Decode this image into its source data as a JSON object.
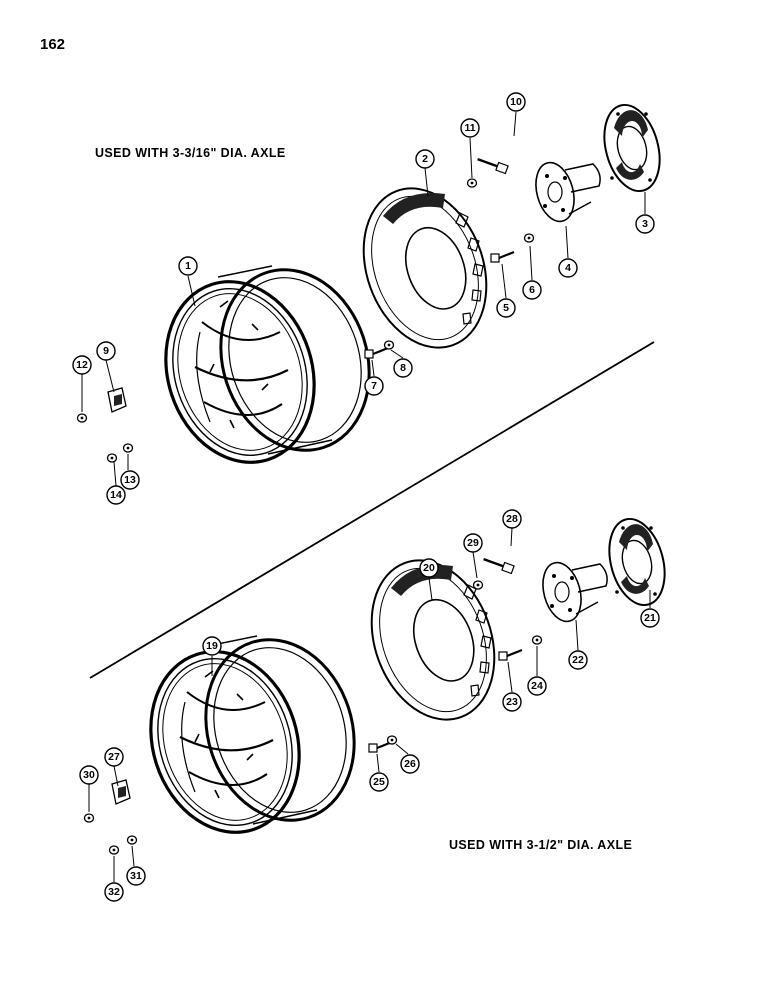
{
  "page": {
    "number": "162"
  },
  "captions": {
    "top": "USED WITH 3-3/16\" DIA. AXLE",
    "bottom": "USED WITH 3-1/2\" DIA. AXLE"
  },
  "callouts": {
    "c1": "1",
    "c2": "2",
    "c3": "3",
    "c4": "4",
    "c5": "5",
    "c6": "6",
    "c7": "7",
    "c8": "8",
    "c9": "9",
    "c10": "10",
    "c11": "11",
    "c12": "12",
    "c13": "13",
    "c14": "14",
    "c19": "19",
    "c20": "20",
    "c21": "21",
    "c22": "22",
    "c23": "23",
    "c24": "24",
    "c25": "25",
    "c26": "26",
    "c27": "27",
    "c28": "28",
    "c29": "29",
    "c30": "30",
    "c31": "31",
    "c32": "32"
  }
}
